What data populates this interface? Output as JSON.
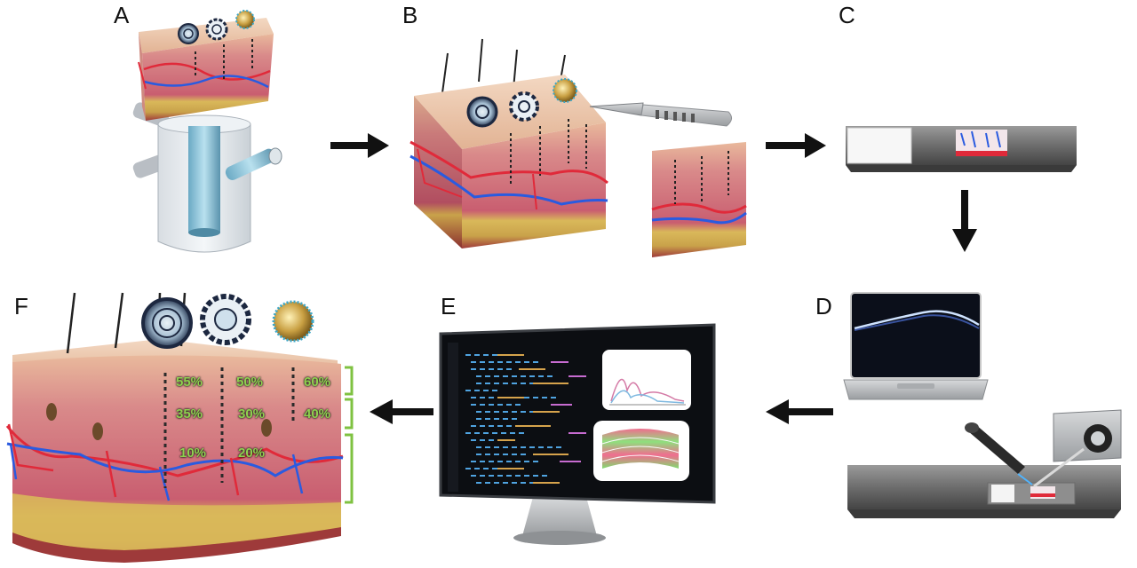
{
  "panels": {
    "a": "A",
    "b": "B",
    "c": "C",
    "d": "D",
    "e": "E",
    "f": "F"
  },
  "penetration": [
    {
      "layer": "top",
      "values": [
        "55%",
        "50%",
        "60%"
      ]
    },
    {
      "layer": "middle",
      "values": [
        "35%",
        "30%",
        "40%"
      ]
    },
    {
      "layer": "bottom",
      "values": [
        "10%",
        "20%"
      ]
    }
  ],
  "colors": {
    "percent_text": "#8fd14f",
    "bracket": "#7fc241",
    "epidermis": "#e8c4a8",
    "dermis": "#c9667a",
    "fat": "#d9b85a",
    "vessel_red": "#e02a3a",
    "vessel_blue": "#2a5be0",
    "arrow": "#111111"
  },
  "icons": [
    "franz-cell-icon",
    "skin-block-icon",
    "scalpel-icon",
    "microscope-slide-icon",
    "laptop-icon",
    "raman-microscope-icon",
    "monitor-icon",
    "nanoparticle-icon"
  ]
}
